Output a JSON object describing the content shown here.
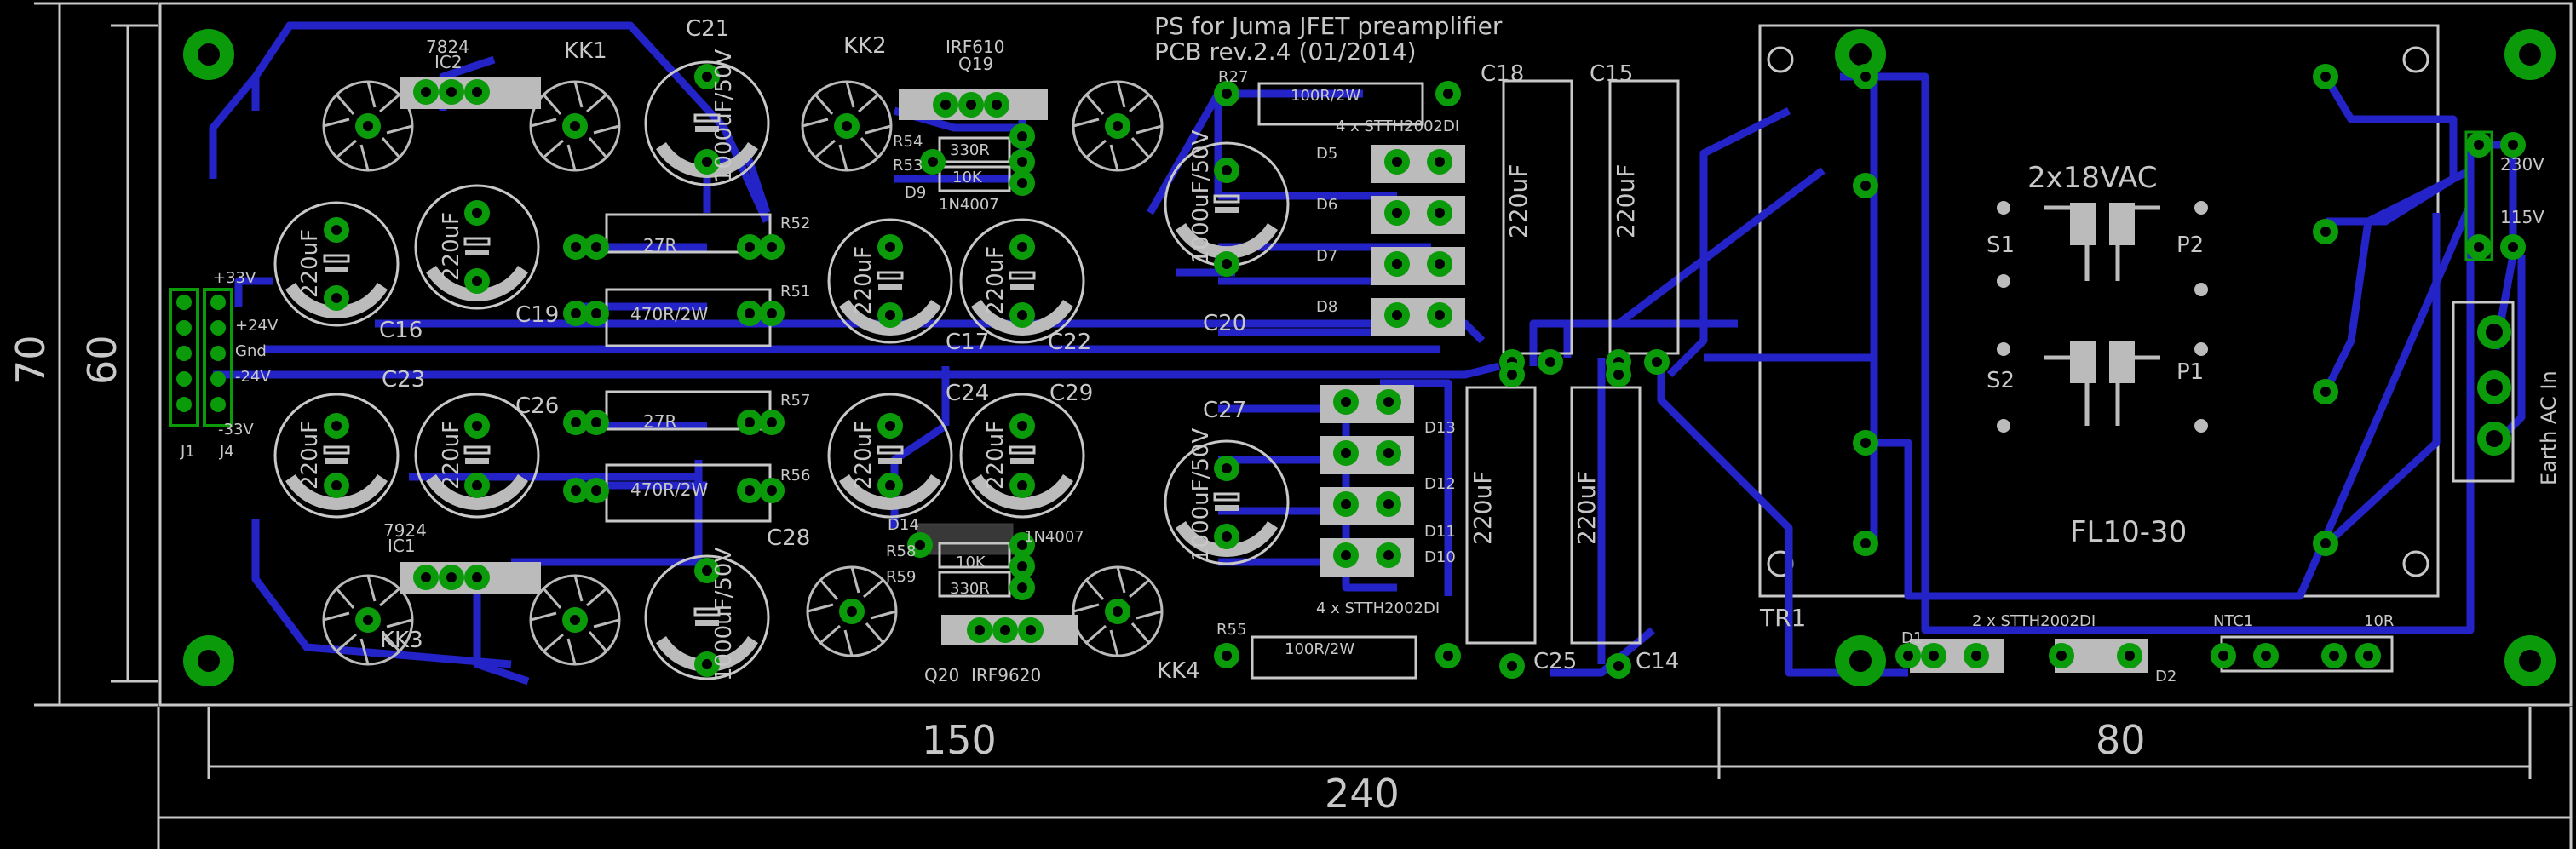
{
  "title": {
    "line1": "PS for Juma JFET preamplifier",
    "line2": "PCB rev.2.4 (01/2014)"
  },
  "dimensions": {
    "height_outer": "70",
    "height_inner": "60",
    "width_left": "150",
    "width_right": "80",
    "width_total": "240"
  },
  "labels": {
    "kk1": "KK1",
    "kk2": "KK2",
    "kk3": "KK3",
    "kk4": "KK4",
    "ic2": "IC2",
    "ic2_part": "7824",
    "ic1": "IC1",
    "ic1_part": "7924",
    "q19": "Q19",
    "q19_part": "IRF610",
    "q20": "Q20",
    "q20_part": "IRF9620",
    "c21": "C21",
    "c28": "C28",
    "c16": "C16",
    "c23": "C23",
    "c26": "C26",
    "c17": "C17",
    "c22": "C22",
    "c24": "C24",
    "c29": "C29",
    "c20": "C20",
    "c27": "C27",
    "c18": "C18",
    "c15": "C15",
    "c25": "C25",
    "c14": "C14",
    "c19": "C19",
    "r27": "R27",
    "r27_val": "100R/2W",
    "r55": "R55",
    "r55_val": "100R/2W",
    "r54": "R54",
    "r53": "R53",
    "r58": "R58",
    "r59": "R59",
    "r52": "R52",
    "r51": "R51",
    "r57": "R57",
    "r56": "R56",
    "val_330r": "330R",
    "val_10k": "10K",
    "val_27r": "27R",
    "val_470r": "470R/2W",
    "d9": "D9",
    "d9_part": "1N4007",
    "d14": "D14",
    "d14_part": "1N4007",
    "d5": "D5",
    "d6": "D6",
    "d7": "D7",
    "d8": "D8",
    "d10": "D10",
    "d11": "D11",
    "d12": "D12",
    "d13": "D13",
    "stth_top": "4 x STTH2002DI",
    "stth_bot": "4 x STTH2002DI",
    "stth_2": "2 x STTH2002DI",
    "d1": "D1",
    "d2": "D2",
    "ntc1": "NTC1",
    "r10": "10R",
    "cap_220": "220uF",
    "cap_1000": "1000uF/50V",
    "cap_big": "220uF",
    "tr1": "TR1",
    "tr_voltage": "2x18VAC",
    "tr_model": "FL10-30",
    "s1": "S1",
    "s2": "S2",
    "p1": "P1",
    "p2": "P2",
    "v230": "230V",
    "v115": "115V",
    "earth": "Earth AC In",
    "p33": "+33V",
    "p24": "+24V",
    "gnd": "Gnd",
    "m24": "-24V",
    "m33": "-33V",
    "j1": "J1",
    "j4": "J4"
  }
}
